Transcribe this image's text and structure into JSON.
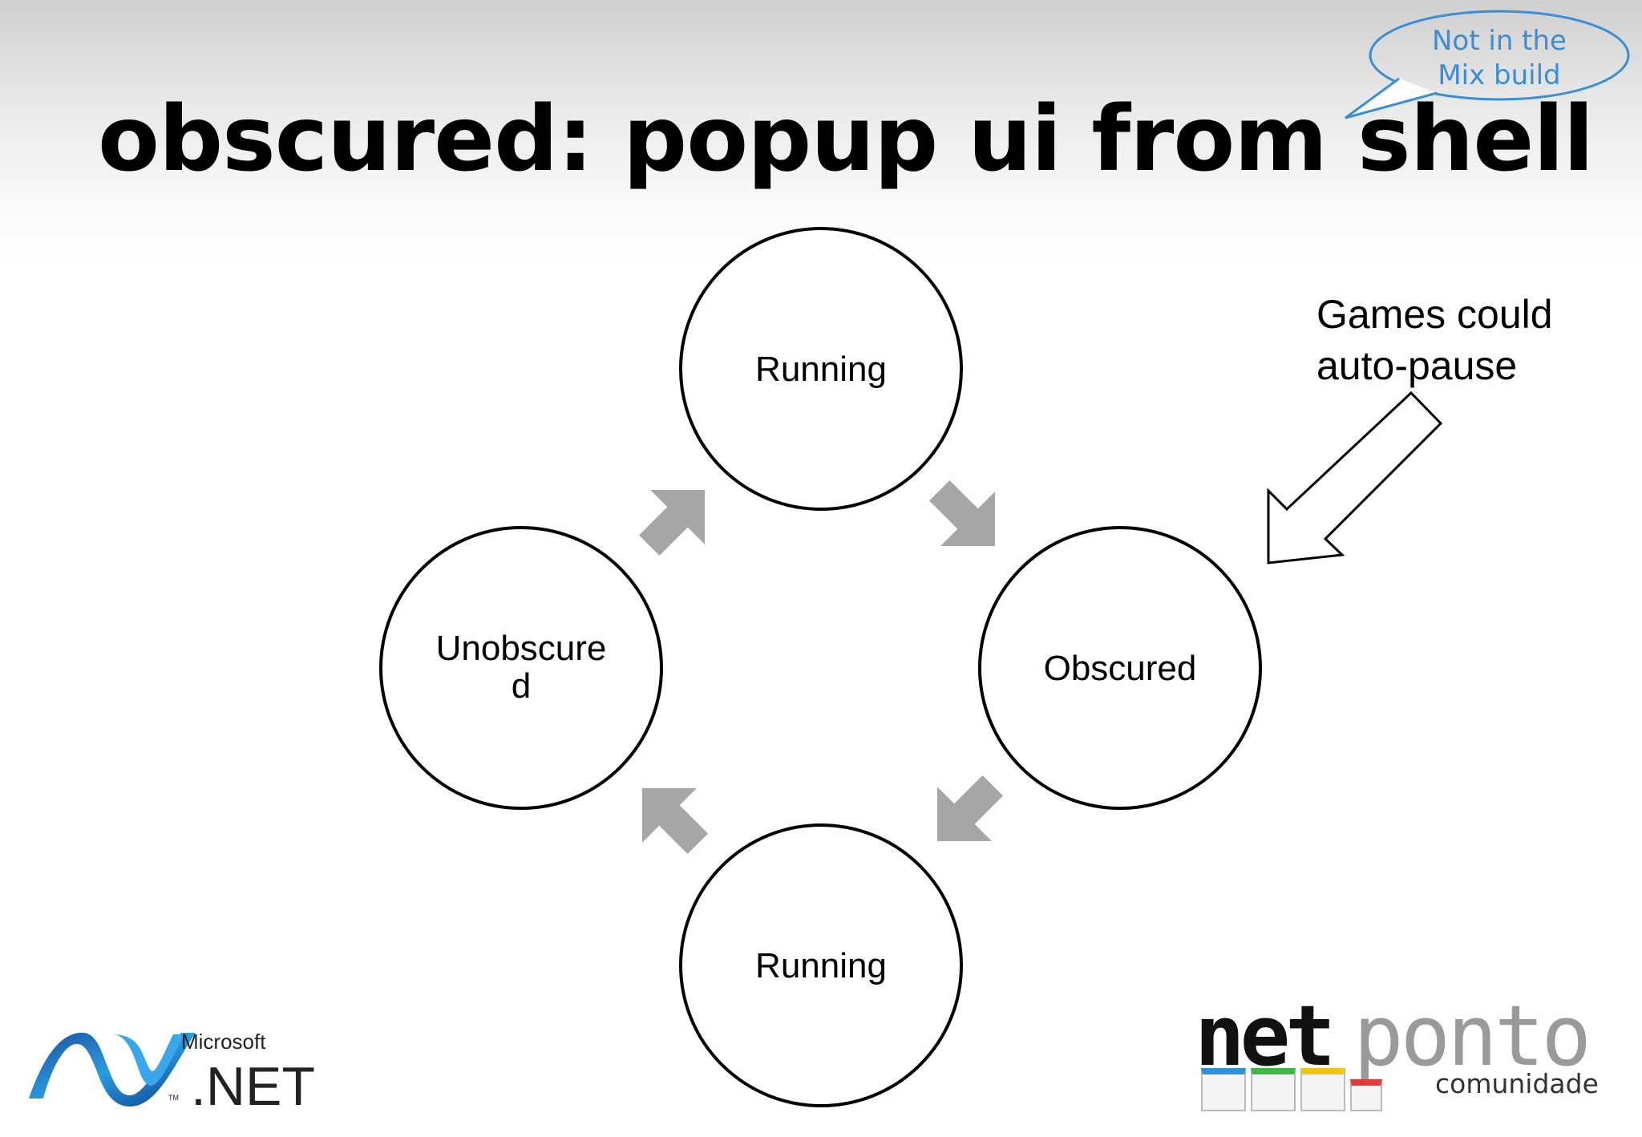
{
  "slide": {
    "title": "obscured: popup ui from shell",
    "callout": {
      "line1": "Not in the",
      "line2": "Mix build",
      "color": "#3a8ed6"
    },
    "note": {
      "line1": "Games could",
      "line2": "auto-pause"
    }
  },
  "diagram": {
    "nodes": {
      "top": {
        "label": "Running"
      },
      "right": {
        "label": "Obscured"
      },
      "bottom": {
        "label": "Running"
      },
      "left": {
        "line1": "Unobscure",
        "line2": "d"
      }
    },
    "arrow_color": "#a6a6a6",
    "flow": [
      "Running",
      "Obscured",
      "Running",
      "Unobscured"
    ]
  },
  "logos": {
    "microsoft": {
      "brand": "Microsoft",
      "product": ".NET",
      "tm": "TM"
    },
    "netponto": {
      "word1": "net",
      "word2": "ponto",
      "subtitle": "comunidade",
      "tile_colors": [
        "#2f8fd8",
        "#3fb54a",
        "#f0c419",
        "#e03b3b"
      ]
    }
  }
}
